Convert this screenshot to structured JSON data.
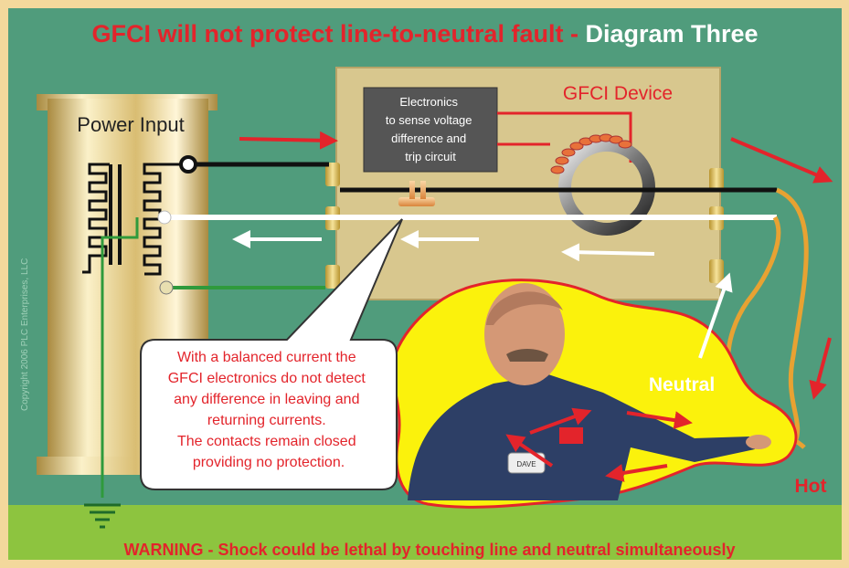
{
  "title": {
    "part1": "GFCI will not protect line-to-neutral fault",
    "separator": " - ",
    "part2": "Diagram Three"
  },
  "power_input": {
    "label": "Power Input"
  },
  "electronics_box": {
    "lines": [
      "Electronics",
      "to sense voltage",
      "difference and",
      "trip circuit"
    ]
  },
  "gfci_device": {
    "label": "GFCI Device"
  },
  "callout": {
    "lines": [
      "With a balanced current the",
      "GFCI electronics do not detect",
      "any difference in leaving and",
      "returning currents.",
      "The contacts remain closed",
      "providing no protection."
    ]
  },
  "labels": {
    "neutral": "Neutral",
    "hot": "Hot"
  },
  "copyright": "Copyright 2006 PLC Enterprises, LLC",
  "warning": "WARNING - Shock could be lethal by touching line and neutral simultaneously",
  "badge": {
    "name": "DAVE"
  },
  "colors": {
    "background": "#509c7c",
    "frame": "#f3d89c",
    "title_red": "#e3242b",
    "device_body": "#d8c78e",
    "ground_strip": "#8dc43f",
    "fault_glow": "#fbf20c",
    "wire_hot": "#000000",
    "wire_neutral": "#ffffff",
    "wire_ground": "#2f9a3c",
    "arrow_red": "#e3242b",
    "orange_wire": "#e8a232"
  }
}
